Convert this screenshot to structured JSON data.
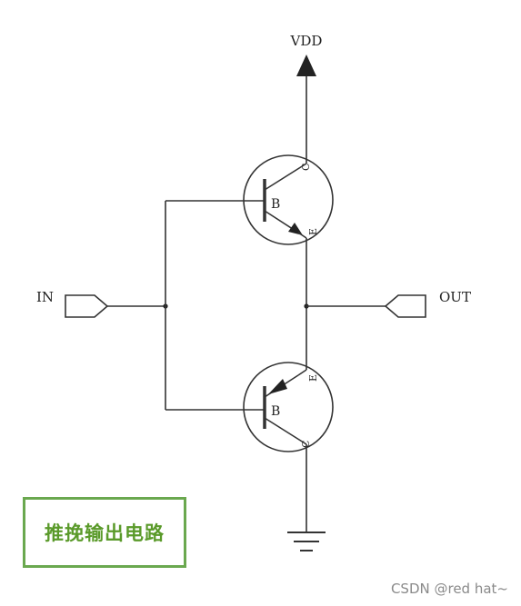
{
  "labels": {
    "vdd": "VDD",
    "input": "IN",
    "output": "OUT",
    "npn_base": "B",
    "npn_collector": "C",
    "npn_emitter": "E",
    "pnp_base": "B",
    "pnp_emitter": "E",
    "pnp_collector": "C"
  },
  "caption": "推挽输出电路",
  "watermark": "CSDN @red hat~",
  "colors": {
    "wire": "#333333",
    "caption_border": "#6aa84f",
    "caption_text": "#5a9a2a"
  }
}
